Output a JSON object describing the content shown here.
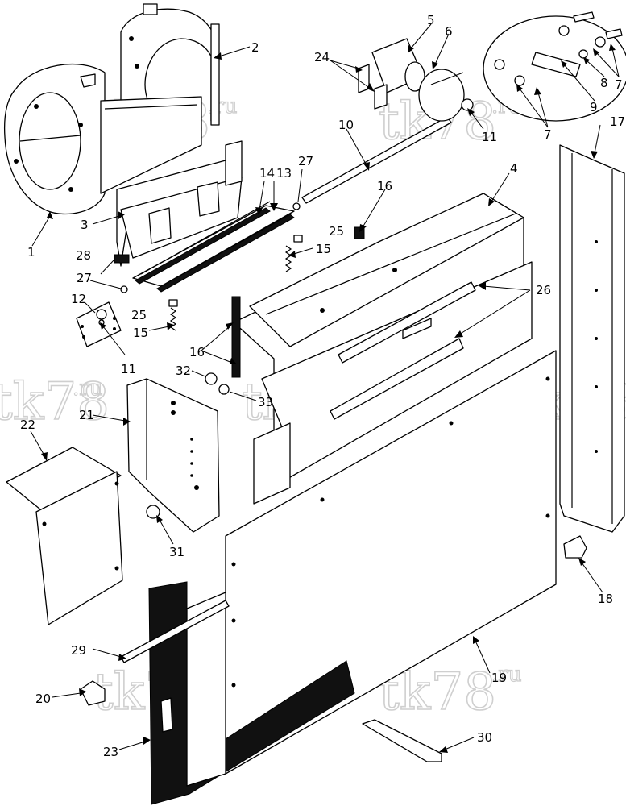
{
  "watermark": {
    "main": "tk78",
    "sup": ".ru"
  },
  "callouts": [
    {
      "id": "c1",
      "label": "1"
    },
    {
      "id": "c2",
      "label": "2"
    },
    {
      "id": "c3",
      "label": "3"
    },
    {
      "id": "c4",
      "label": "4"
    },
    {
      "id": "c5",
      "label": "5"
    },
    {
      "id": "c6",
      "label": "6"
    },
    {
      "id": "c7a",
      "label": "7"
    },
    {
      "id": "c7b",
      "label": "7"
    },
    {
      "id": "c8",
      "label": "8"
    },
    {
      "id": "c9",
      "label": "9"
    },
    {
      "id": "c10",
      "label": "10"
    },
    {
      "id": "c11a",
      "label": "11"
    },
    {
      "id": "c11b",
      "label": "11"
    },
    {
      "id": "c12",
      "label": "12"
    },
    {
      "id": "c13",
      "label": "13"
    },
    {
      "id": "c14",
      "label": "14"
    },
    {
      "id": "c15a",
      "label": "15"
    },
    {
      "id": "c15b",
      "label": "15"
    },
    {
      "id": "c16a",
      "label": "16"
    },
    {
      "id": "c16b",
      "label": "16"
    },
    {
      "id": "c17",
      "label": "17"
    },
    {
      "id": "c18",
      "label": "18"
    },
    {
      "id": "c19",
      "label": "19"
    },
    {
      "id": "c20",
      "label": "20"
    },
    {
      "id": "c21",
      "label": "21"
    },
    {
      "id": "c22",
      "label": "22"
    },
    {
      "id": "c23",
      "label": "23"
    },
    {
      "id": "c24",
      "label": "24"
    },
    {
      "id": "c25a",
      "label": "25"
    },
    {
      "id": "c25b",
      "label": "25"
    },
    {
      "id": "c26",
      "label": "26"
    },
    {
      "id": "c27a",
      "label": "27"
    },
    {
      "id": "c27b",
      "label": "27"
    },
    {
      "id": "c28",
      "label": "28"
    },
    {
      "id": "c29",
      "label": "29"
    },
    {
      "id": "c30",
      "label": "30"
    },
    {
      "id": "c31",
      "label": "31"
    },
    {
      "id": "c32",
      "label": "32"
    },
    {
      "id": "c33",
      "label": "33"
    }
  ]
}
